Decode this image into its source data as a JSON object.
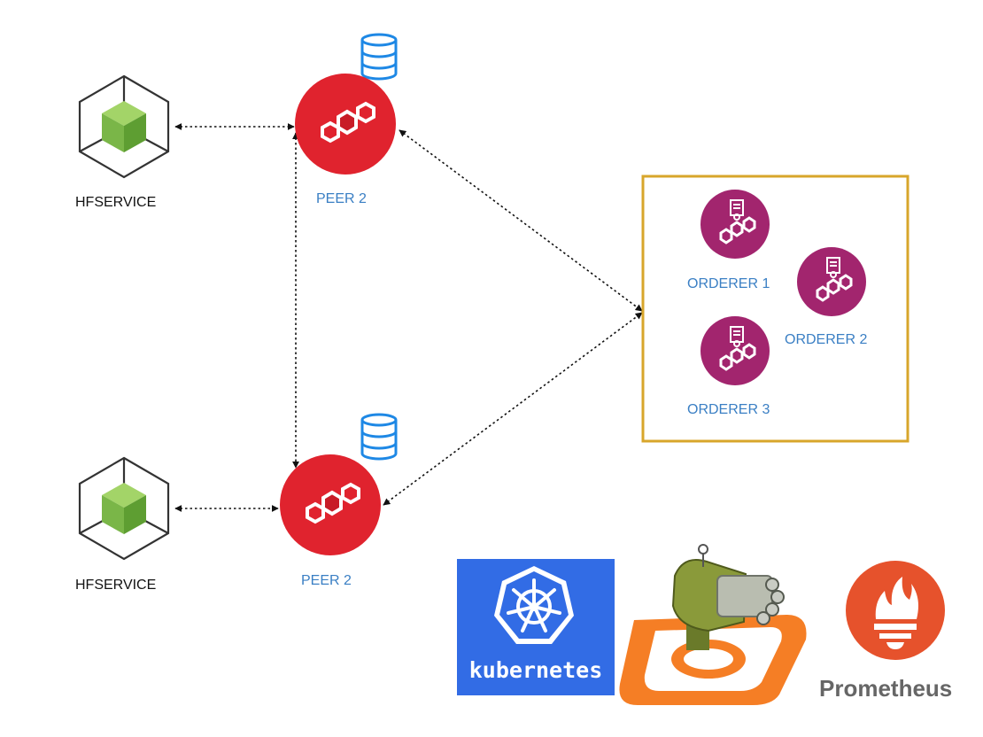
{
  "services": [
    {
      "id": "svc-top",
      "label": "HFSERVICE",
      "icon": "cube-icon"
    },
    {
      "id": "svc-bottom",
      "label": "HFSERVICE",
      "icon": "cube-icon"
    }
  ],
  "peers": [
    {
      "id": "peer-top",
      "label": "PEER 2",
      "icon": "peer-node-icon",
      "db_icon": "database-icon"
    },
    {
      "id": "peer-bottom",
      "label": "PEER 2",
      "icon": "peer-node-icon",
      "db_icon": "database-icon"
    }
  ],
  "orderers": [
    {
      "id": "orderer-1",
      "label": "ORDERER 1",
      "icon": "orderer-node-icon"
    },
    {
      "id": "orderer-2",
      "label": "ORDERER 2",
      "icon": "orderer-node-icon"
    },
    {
      "id": "orderer-3",
      "label": "ORDERER 3",
      "icon": "orderer-node-icon"
    }
  ],
  "connections": [
    {
      "from": "svc-top",
      "to": "peer-top",
      "style": "dotted",
      "arrows": "both"
    },
    {
      "from": "svc-bottom",
      "to": "peer-bottom",
      "style": "dotted",
      "arrows": "both"
    },
    {
      "from": "peer-top",
      "to": "peer-bottom",
      "style": "dotted",
      "arrows": "both"
    },
    {
      "from": "peer-top",
      "to": "orderer-group",
      "style": "dotted",
      "arrows": "both"
    },
    {
      "from": "peer-bottom",
      "to": "orderer-group",
      "style": "dotted",
      "arrows": "both"
    }
  ],
  "logos": {
    "kubernetes": {
      "text": "kubernetes",
      "icon": "kubernetes-helm-wheel-icon"
    },
    "gatling": {
      "icon": "gatling-cannon-icon"
    },
    "prometheus": {
      "text": "Prometheus",
      "icon": "prometheus-flame-icon"
    }
  },
  "colors": {
    "peer_red": "#e0232e",
    "orderer_purple": "#a2256e",
    "orderer_frame": "#d8a62b",
    "label_blue": "#3a7fc4",
    "cube_green": "#7ab648",
    "db_blue": "#1e88e5",
    "k8s_blue": "#326ce5",
    "prometheus_orange": "#e6522c"
  }
}
